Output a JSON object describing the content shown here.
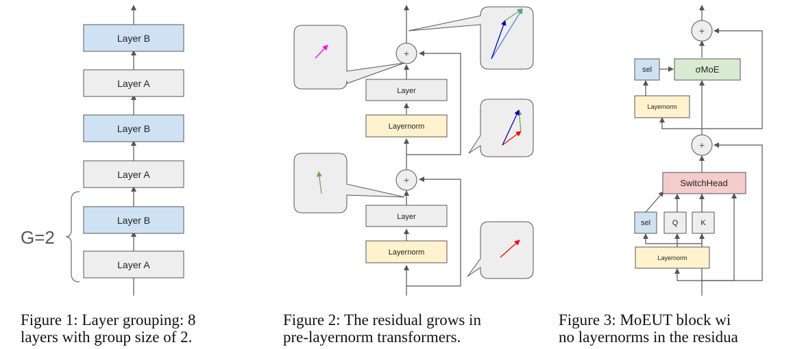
{
  "figure1": {
    "layers": [
      "Layer B",
      "Layer A",
      "Layer B",
      "Layer A",
      "Layer B",
      "Layer A"
    ],
    "group_label": "G=2",
    "caption_line1": "Figure 1:  Layer grouping:  8",
    "caption_line2": "layers with group size of 2."
  },
  "figure2": {
    "upper_layer": "Layer",
    "upper_norm": "Layernorm",
    "lower_layer": "Layer",
    "lower_norm": "Layernorm",
    "plus": "+",
    "caption_line1": "Figure 2: The residual grows in",
    "caption_line2": "pre-layernorm transformers."
  },
  "figure3": {
    "sel_top": "sel",
    "moe": "σMoE",
    "norm_top": "Layernorm",
    "switchhead": "SwitchHead",
    "sel_bottom": "sel",
    "q": "Q",
    "k": "K",
    "norm_bottom": "Layernorm",
    "plus": "+",
    "caption_line1": "Figure 3: MoEUT block wi",
    "caption_line2": "no layernorms in the residua"
  },
  "colors": {
    "layer_b": "#cfe2f3",
    "layer_a": "#eeeeee",
    "layernorm": "#fff2cc",
    "moe": "#d9ead3",
    "switchhead": "#f4cccc",
    "arrow_magenta": "#ff00ff",
    "arrow_green": "#6aa84f",
    "arrow_red": "#ff0000",
    "arrow_blue": "#0000cc",
    "arrow_lightblue": "#4a86e8"
  }
}
